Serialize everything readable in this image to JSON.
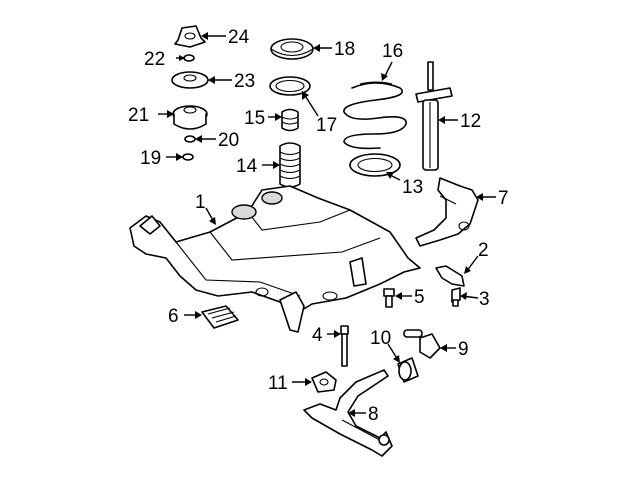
{
  "callouts": [
    {
      "id": "1",
      "text": "1"
    },
    {
      "id": "2",
      "text": "2"
    },
    {
      "id": "3",
      "text": "3"
    },
    {
      "id": "4",
      "text": "4"
    },
    {
      "id": "5",
      "text": "5"
    },
    {
      "id": "6",
      "text": "6"
    },
    {
      "id": "7",
      "text": "7"
    },
    {
      "id": "8",
      "text": "8"
    },
    {
      "id": "9",
      "text": "9"
    },
    {
      "id": "10",
      "text": "10"
    },
    {
      "id": "11",
      "text": "11"
    },
    {
      "id": "12",
      "text": "12"
    },
    {
      "id": "13",
      "text": "13"
    },
    {
      "id": "14",
      "text": "14"
    },
    {
      "id": "15",
      "text": "15"
    },
    {
      "id": "16",
      "text": "16"
    },
    {
      "id": "17",
      "text": "17"
    },
    {
      "id": "18",
      "text": "18"
    },
    {
      "id": "19",
      "text": "19"
    },
    {
      "id": "20",
      "text": "20"
    },
    {
      "id": "21",
      "text": "21"
    },
    {
      "id": "22",
      "text": "22"
    },
    {
      "id": "23",
      "text": "23"
    },
    {
      "id": "24",
      "text": "24"
    }
  ]
}
